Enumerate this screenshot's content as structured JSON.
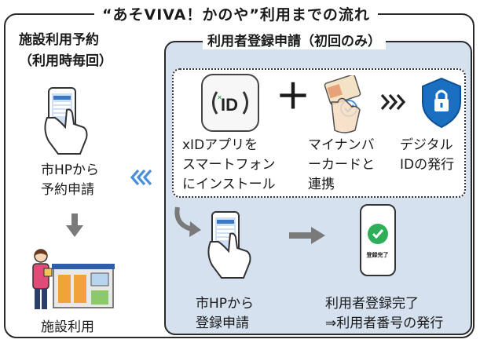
{
  "main_title": "“あそVIVA！かのや”利用までの流れ",
  "left": {
    "title_line1": "施設利用予約",
    "title_line2": "（利用時毎回）",
    "step1_line1": "市HPから",
    "step1_line2": "予約申請",
    "step2": "施設利用"
  },
  "right": {
    "title": "利用者登録申請（初回のみ）",
    "xid_logo": "ID",
    "plus": "＋",
    "xid_line1": "xIDアプリを",
    "xid_line2": "スマートフォン",
    "xid_line3": "にインストール",
    "myna_line1": "マイナンバ",
    "myna_line2": "ーカードと",
    "myna_line3": "連携",
    "digital_line1": "デジタル",
    "digital_line2": "IDの発行",
    "apply_line1": "市HPから",
    "apply_line2": "登録申請",
    "complete_badge": "登録完了",
    "complete_line1": "利用者登録完了",
    "complete_line2": "⇒利用者番号の発行"
  },
  "colors": {
    "panel": "#d5e1ef",
    "accent_blue": "#1a6fc0",
    "gray_arrow": "#808080",
    "arrow_blue": "#4a90d9",
    "check_green": "#2fae5a"
  }
}
